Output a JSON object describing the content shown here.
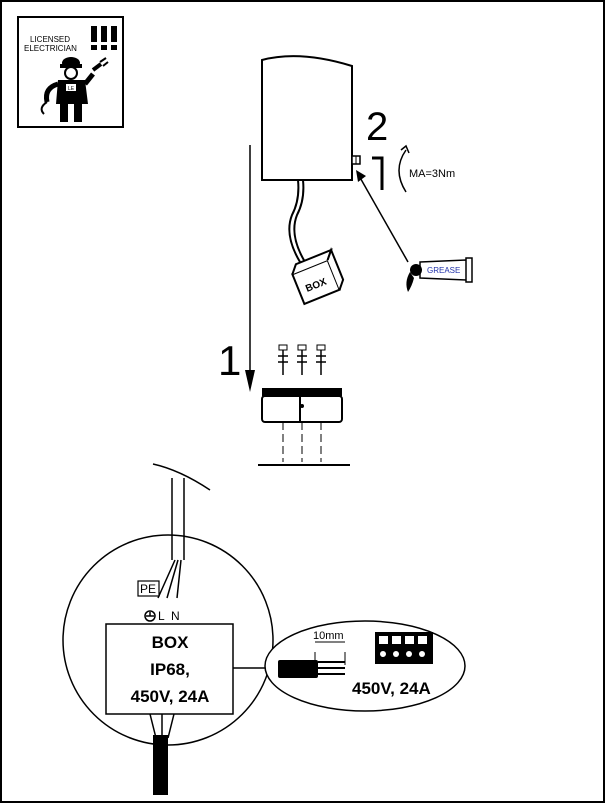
{
  "badge": {
    "line1": "LICENSED",
    "line2": "ELECTRICIAN",
    "vest_tag": "LE"
  },
  "steps": {
    "step1": "1",
    "step2": "2"
  },
  "torque": "MA=3Nm",
  "grease_label": "GREASE",
  "cable_box_label": "BOX",
  "wiring": {
    "pe_label": "PE",
    "l_label": "L",
    "n_label": "N"
  },
  "junction_box": {
    "line1": "BOX",
    "line2": "IP68,",
    "line3": "450V, 24A"
  },
  "terminal": {
    "strip_length": "10mm",
    "rating": "450V, 24A"
  },
  "colors": {
    "line": "#000000",
    "background": "#ffffff",
    "grease_text": "#2233aa"
  }
}
